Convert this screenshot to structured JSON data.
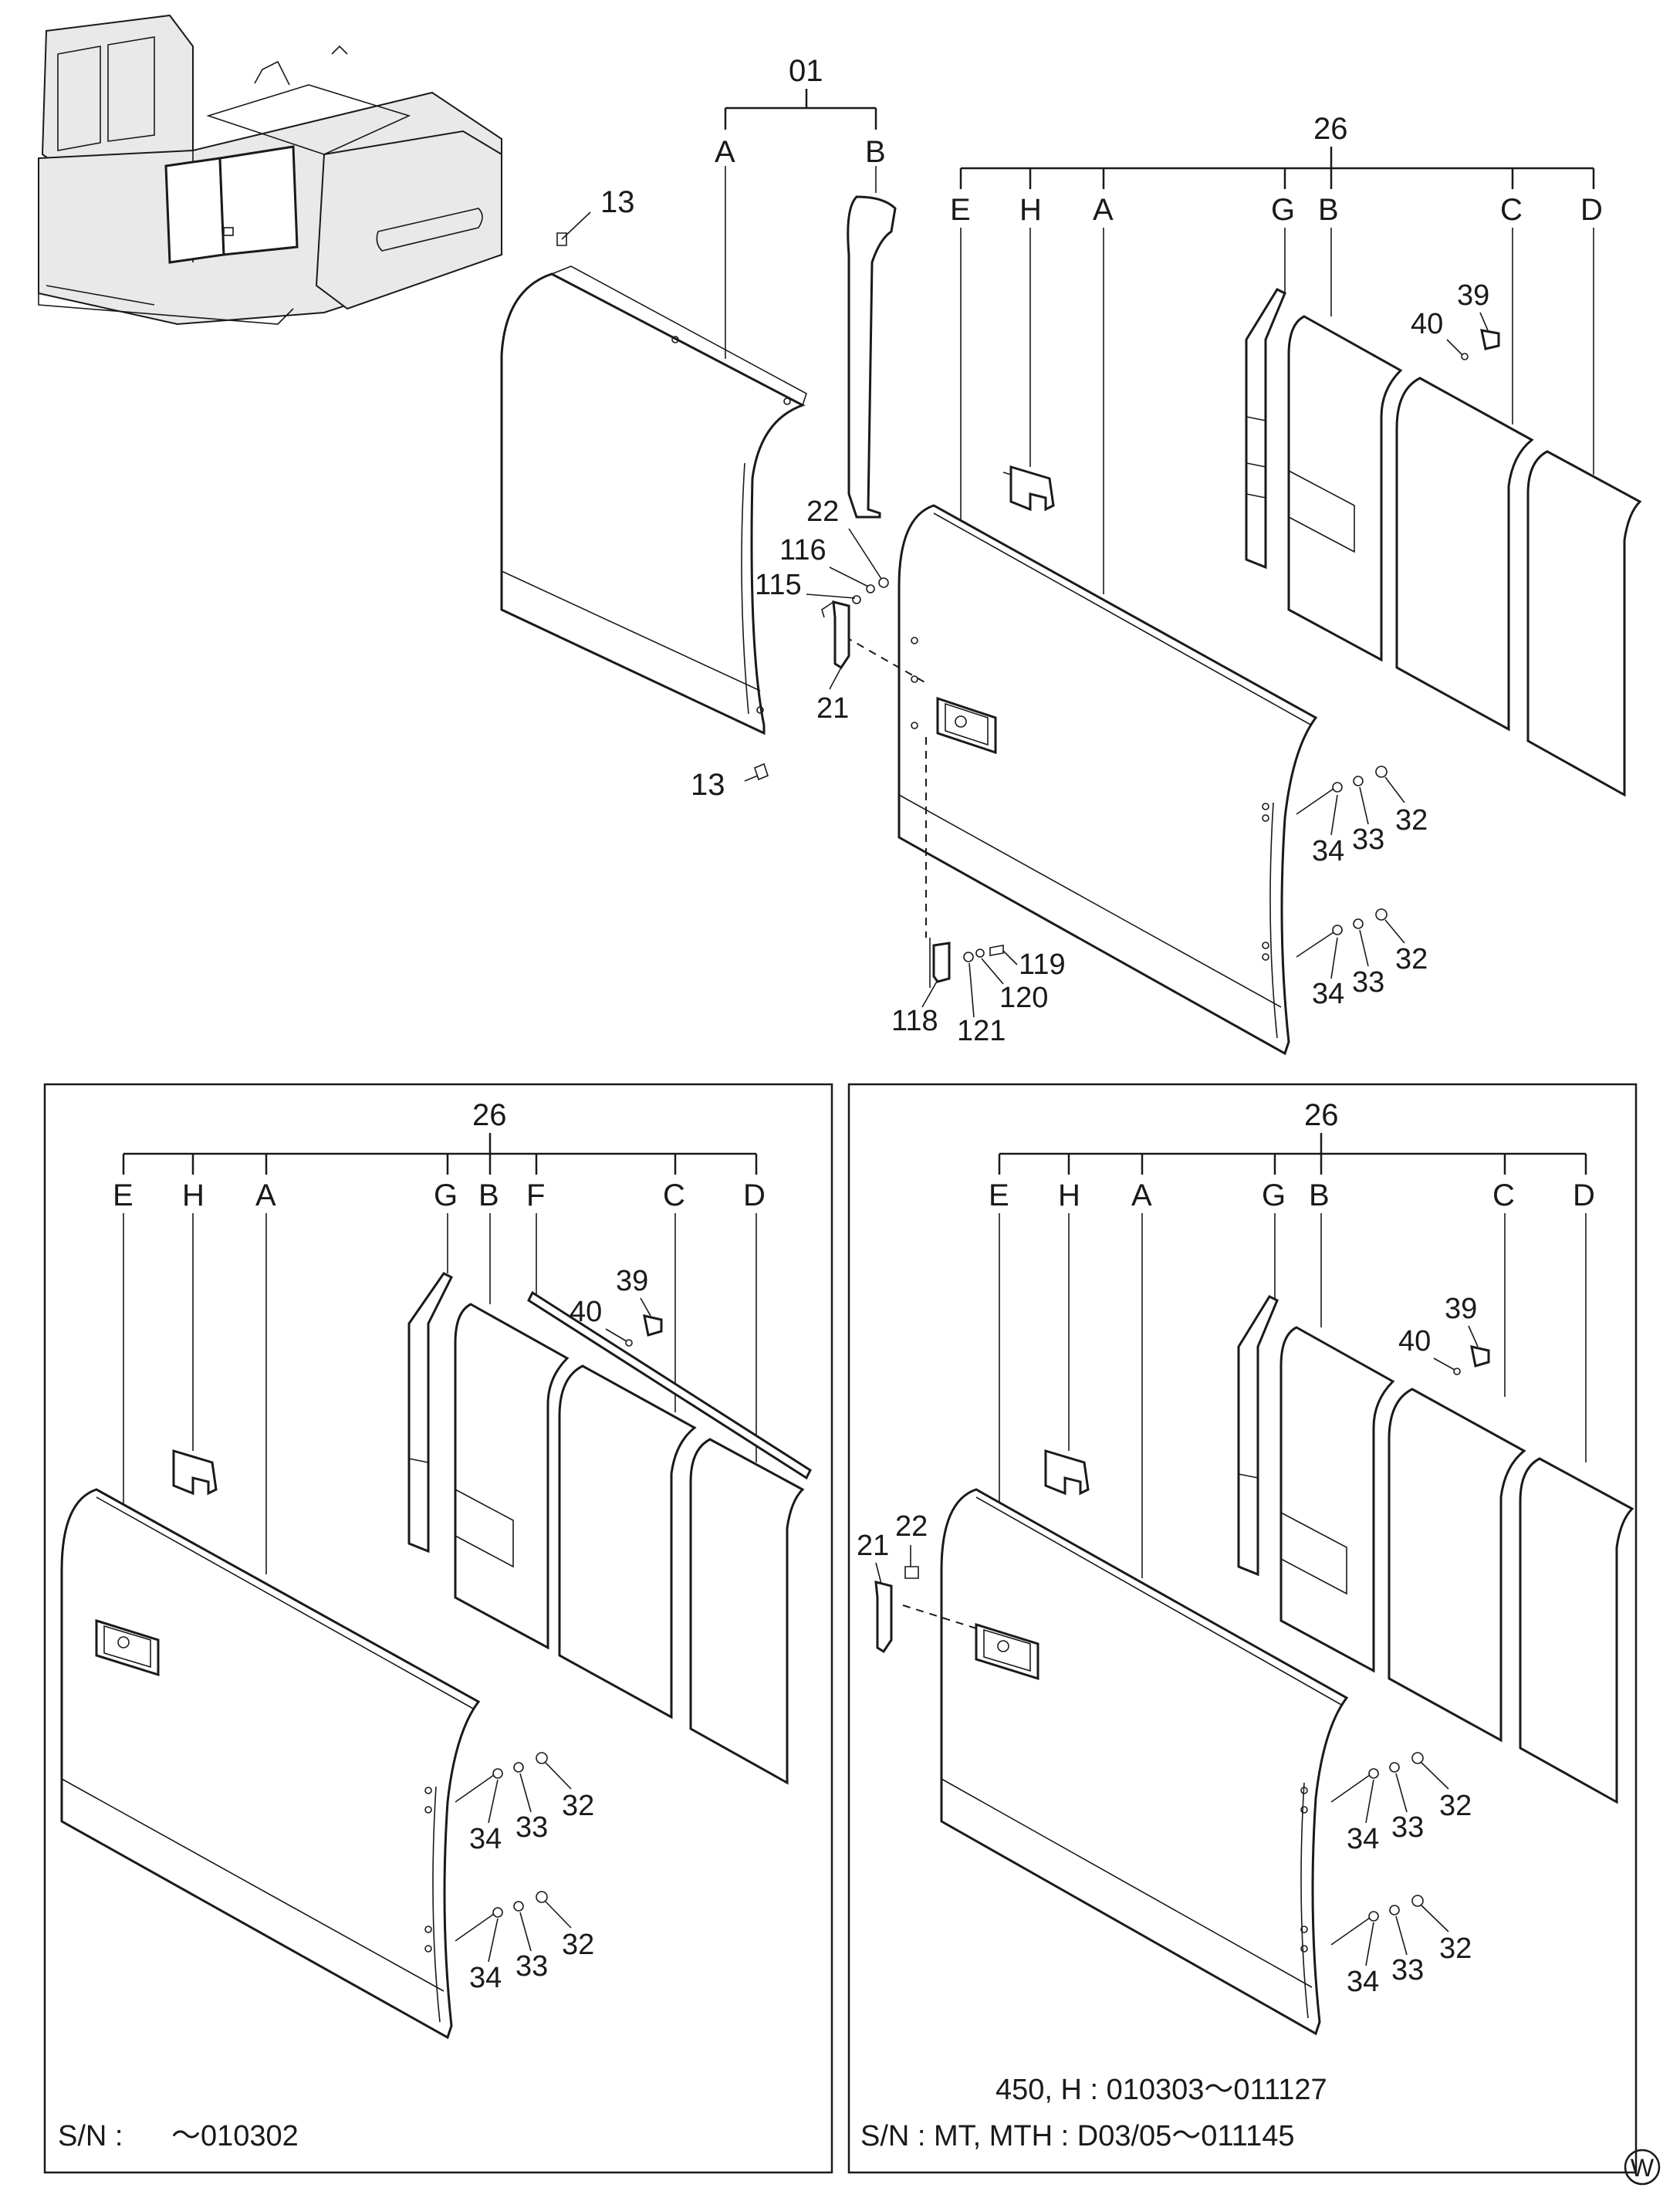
{
  "diagram": {
    "top": {
      "group_01": {
        "num": "01",
        "letters": [
          "A",
          "B"
        ]
      },
      "group_26": {
        "num": "26",
        "letters": [
          "E",
          "H",
          "A",
          "G",
          "B",
          "C",
          "D"
        ]
      },
      "callouts": {
        "p13a": "13",
        "p13b": "13",
        "p22": "22",
        "p116": "116",
        "p115": "115",
        "p21": "21",
        "p40": "40",
        "p39": "39",
        "p34a": "34",
        "p33a": "33",
        "p32a": "32",
        "p34b": "34",
        "p33b": "33",
        "p32b": "32",
        "p119": "119",
        "p120": "120",
        "p121": "121",
        "p118": "118"
      }
    },
    "left_box": {
      "group_26": {
        "num": "26",
        "letters": [
          "E",
          "H",
          "A",
          "G",
          "B",
          "F",
          "C",
          "D"
        ]
      },
      "callouts": {
        "p39": "39",
        "p40": "40",
        "p34a": "34",
        "p33a": "33",
        "p32a": "32",
        "p34b": "34",
        "p33b": "33",
        "p32b": "32"
      },
      "serial": {
        "prefix": "S/N :",
        "range": "～010302"
      }
    },
    "right_box": {
      "group_26": {
        "num": "26",
        "letters": [
          "E",
          "H",
          "A",
          "G",
          "B",
          "C",
          "D"
        ]
      },
      "callouts": {
        "p21": "21",
        "p22": "22",
        "p39": "39",
        "p40": "40",
        "p34a": "34",
        "p33a": "33",
        "p32a": "32",
        "p34b": "34",
        "p33b": "33",
        "p32b": "32"
      },
      "serial_line1": "450, H : 010303～011127",
      "serial_line2": "S/N : MT, MTH : D03/05～011145"
    },
    "corner_mark": "W"
  }
}
